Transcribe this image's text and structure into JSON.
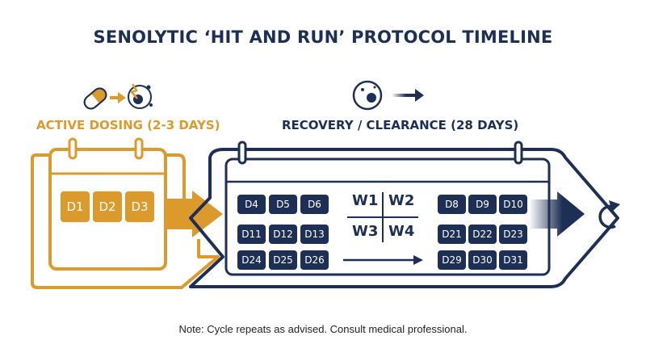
{
  "title": "SENOLYTIC ‘HIT AND RUN’ PROTOCOL TIMELINE",
  "colors": {
    "gold": "#DB9A2B",
    "navy": "#1D2F55",
    "text": "#1D2F55",
    "note": "#222222"
  },
  "icons": {
    "dosing": "pill-to-cell-icon",
    "recovery": "cell-clearance-icon",
    "repeat": "cycle-repeat-icon"
  },
  "active_dosing": {
    "label": "ACTIVE DOSING (2-3 DAYS)",
    "days": [
      "D1",
      "D2",
      "D3"
    ]
  },
  "recovery": {
    "label": "RECOVERY / CLEARANCE (28 DAYS)",
    "left_days": [
      [
        "D4",
        "D5",
        "D6"
      ],
      [
        "D11",
        "D12",
        "D13"
      ],
      [
        "D24",
        "D25",
        "D26"
      ]
    ],
    "weeks": [
      "W1",
      "W2",
      "W3",
      "W4"
    ],
    "right_days": [
      [
        "D8",
        "D9",
        "D10"
      ],
      [
        "D21",
        "D22",
        "D23"
      ],
      [
        "D29",
        "D30",
        "D31"
      ]
    ]
  },
  "note": "Note: Cycle repeats as advised. Consult medical professional."
}
